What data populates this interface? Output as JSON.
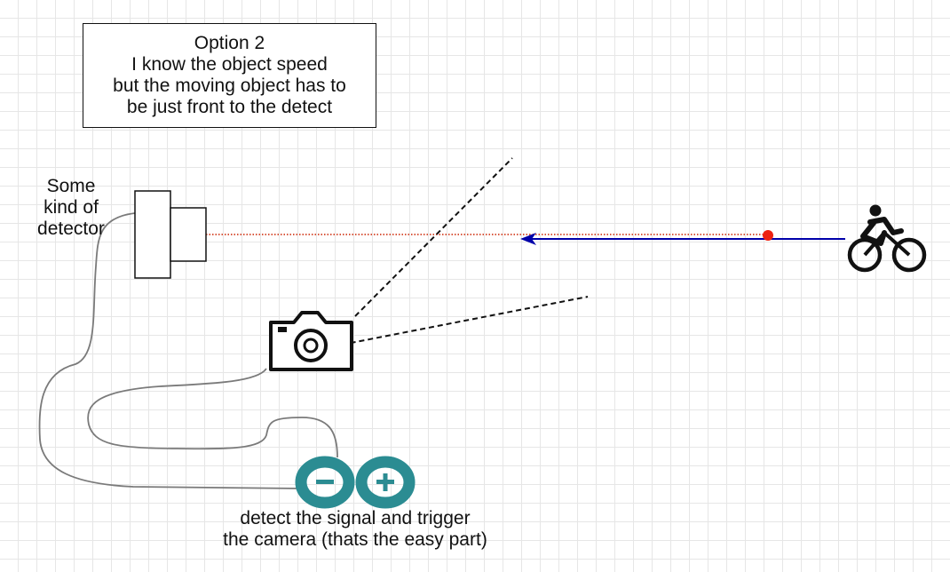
{
  "option_box": {
    "lines": [
      "Option 2",
      "I know the object speed",
      "but the moving object has to",
      "be just front to the detect"
    ]
  },
  "detector": {
    "label_lines": [
      "Some",
      "kind of",
      "detector"
    ],
    "icon": "detector-box-icon"
  },
  "camera": {
    "icon": "camera-icon"
  },
  "cyclist": {
    "icon": "cyclist-icon",
    "direction": "left"
  },
  "arduino": {
    "icon": "arduino-infinity-icon",
    "caption_lines": [
      "detect the signal and trigger",
      "the camera (thats the easy part)"
    ]
  },
  "colors": {
    "beam": "#cc2200",
    "trajectory": "#0000aa",
    "cable": "#7a7a7a",
    "arduino": "#2b8c92",
    "object_dot": "#ee2211"
  }
}
